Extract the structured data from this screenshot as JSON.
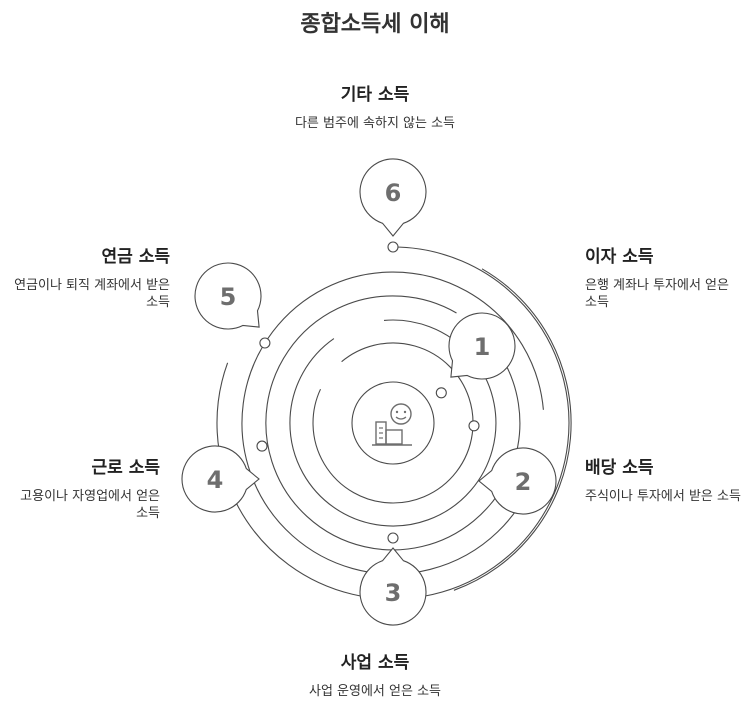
{
  "title": "종합소득세 이해",
  "colors": {
    "stroke": "#4a4a4a",
    "number": "#6e6e6e",
    "text": "#222222"
  },
  "center_icon": "building-person-icon",
  "items": [
    {
      "num": "1",
      "title": "이자 소득",
      "desc": "은행 계좌나 투자에서 얻은 소득"
    },
    {
      "num": "2",
      "title": "배당 소득",
      "desc": "주식이나 투자에서 받은 소득"
    },
    {
      "num": "3",
      "title": "사업 소득",
      "desc": "사업 운영에서 얻은 소득"
    },
    {
      "num": "4",
      "title": "근로 소득",
      "desc": "고용이나 자영업에서 얻은 소득"
    },
    {
      "num": "5",
      "title": "연금 소득",
      "desc": "연금이나 퇴직 계좌에서 받은 소득"
    },
    {
      "num": "6",
      "title": "기타 소득",
      "desc": "다른 범주에 속하지 않는 소득"
    }
  ]
}
